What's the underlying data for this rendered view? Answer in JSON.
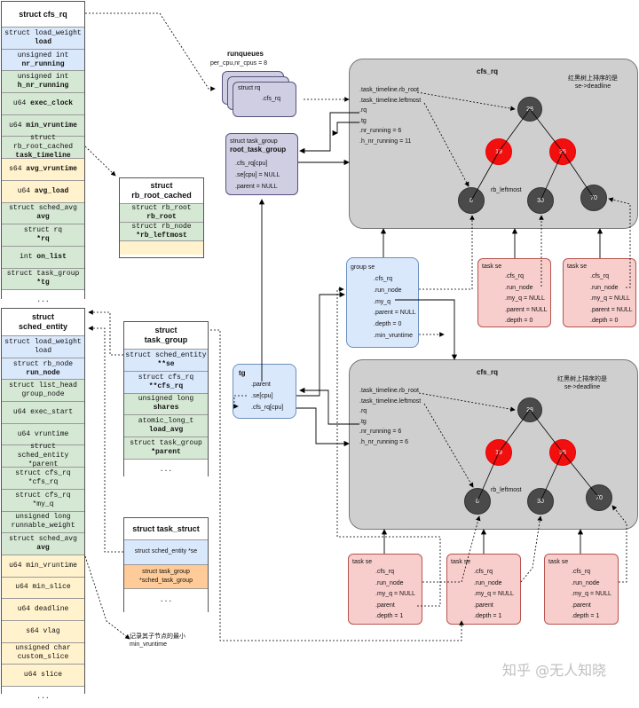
{
  "cfs_rq_struct": {
    "title": "struct cfs_rq",
    "fields": [
      {
        "l1": "struct load_weight",
        "l2": "load",
        "color": "blue"
      },
      {
        "l1": "unsigned int",
        "l2": "nr_running",
        "color": "blue"
      },
      {
        "l1": "unsigned int",
        "l2": "h_nr_running",
        "color": "green"
      },
      {
        "l1": "u64 ",
        "l2": "exec_clock",
        "color": "green",
        "inline": true
      },
      {
        "l1": "u64 ",
        "l2": "min_vruntime",
        "color": "green",
        "inline": true
      },
      {
        "l1": "struct rb_root_cached",
        "l2": "task_timeline",
        "color": "green"
      },
      {
        "l1": "s64 ",
        "l2": "avg_vruntime",
        "color": "yellow",
        "inline": true
      },
      {
        "l1": "u64 ",
        "l2": "avg_load",
        "color": "yellow",
        "inline": true
      },
      {
        "l1": "struct sched_avg",
        "l2": "avg",
        "color": "green"
      },
      {
        "l1": "struct rq",
        "l2": "*rq",
        "color": "green"
      },
      {
        "l1": "int ",
        "l2": "on_list",
        "color": "green",
        "inline": true
      },
      {
        "l1": "struct task_group",
        "l2": "*tg",
        "color": "green"
      },
      {
        "l1": "...",
        "l2": "",
        "color": "white"
      }
    ]
  },
  "rb_root_cached_struct": {
    "title": "struct rb_root_cached",
    "fields": [
      {
        "l1": "struct rb_root",
        "l2": "rb_root",
        "color": "green"
      },
      {
        "l1": "struct rb_node",
        "l2": "*rb_leftmost",
        "color": "green"
      },
      {
        "l1": "",
        "l2": "",
        "color": "yellow"
      }
    ]
  },
  "sched_entity_struct": {
    "title": "struct\nsched_entity",
    "fields": [
      {
        "l1": "struct load_weight",
        "l2": "load",
        "color": "blue",
        "plain2": true
      },
      {
        "l1": "struct rb_node",
        "l2": "run_node",
        "color": "blue"
      },
      {
        "l1": "struct list_head",
        "l2": "group_node",
        "color": "green",
        "plain2": true
      },
      {
        "l1": "u64 exec_start",
        "l2": "",
        "color": "green"
      },
      {
        "l1": "u64 vruntime",
        "l2": "",
        "color": "green"
      },
      {
        "l1": "struct sched_entity",
        "l2": "*parent",
        "color": "green",
        "plain2": true
      },
      {
        "l1": "struct cfs_rq",
        "l2": "*cfs_rq",
        "color": "green",
        "plain2": true
      },
      {
        "l1": "struct cfs_rq",
        "l2": "*my_q",
        "color": "green",
        "plain2": true
      },
      {
        "l1": "unsigned long",
        "l2": "runnable_weight",
        "color": "green",
        "plain2": true
      },
      {
        "l1": "struct sched_avg",
        "l2": "avg",
        "color": "green"
      },
      {
        "l1": "u64 min_vruntime",
        "l2": "",
        "color": "yellow"
      },
      {
        "l1": "u64 min_slice",
        "l2": "",
        "color": "yellow"
      },
      {
        "l1": "u64 deadline",
        "l2": "",
        "color": "yellow"
      },
      {
        "l1": "s64 vlag",
        "l2": "",
        "color": "yellow"
      },
      {
        "l1": "unsigned char",
        "l2": "custom_slice",
        "color": "yellow",
        "plain2": true
      },
      {
        "l1": "u64 slice",
        "l2": "",
        "color": "yellow"
      },
      {
        "l1": "...",
        "l2": "",
        "color": "white"
      }
    ]
  },
  "task_group_struct": {
    "title": "struct\ntask_group",
    "fields": [
      {
        "l1": "struct sched_entity",
        "l2": "**se",
        "color": "blue"
      },
      {
        "l1": "struct cfs_rq",
        "l2": "**cfs_rq",
        "color": "blue"
      },
      {
        "l1": "unsigned long ",
        "l2": "shares",
        "color": "green",
        "inline": true
      },
      {
        "l1": "atomic_long_t",
        "l2": "load_avg",
        "color": "green"
      },
      {
        "l1": "struct task_group",
        "l2": "*parent",
        "color": "green"
      },
      {
        "l1": "...",
        "l2": "",
        "color": "white"
      }
    ]
  },
  "task_struct_struct": {
    "title": "struct task_struct",
    "fields": [
      {
        "l1": "struct sched_entity *se",
        "l2": "",
        "color": "blue",
        "sans": true
      },
      {
        "l1": "struct task_group",
        "l2": "*sched_task_group",
        "color": "orange",
        "sans": true,
        "plain2": true
      },
      {
        "l1": "...",
        "l2": "",
        "color": "white"
      }
    ]
  },
  "min_vruntime_note": "记录其子节点的最小\nmin_vruntime",
  "runqueues": {
    "title": "runqueues",
    "sub": "per_cpu,nr_cpus = 8",
    "box_title": "struct rq",
    "field": ".cfs_rq"
  },
  "root_task_group": {
    "l1": "struct task_group",
    "l2": "root_task_group",
    "fields": [
      ".cfs_rq[cpu]",
      ".se[cpu] = NULL",
      ".parent = NULL"
    ]
  },
  "top_cfs": {
    "title": "cfs_rq",
    "note": "红黑树上排序的是\nse->deadline",
    "fields": [
      ".task_timeline.rb_root",
      ".task_timeline.leftmost",
      ".rq",
      ".tg",
      ".nr_running = 6",
      ".h_nr_running = 11"
    ],
    "leftmost": "rb_leftmost",
    "nodes": [
      "28",
      "19",
      "35",
      "8",
      "30",
      "70"
    ]
  },
  "bottom_cfs": {
    "title": "cfs_rq",
    "note": "红黑树上排序的是\nse->deadline",
    "fields": [
      ".task_timeline.rb_root",
      ".task_timeline.leftmost",
      ".rq",
      ".tg",
      ".nr_running = 6",
      ".h_nr_running = 6"
    ],
    "leftmost": "rb_leftmost",
    "nodes": [
      "28",
      "19",
      "35",
      "8",
      "30",
      "70"
    ]
  },
  "group_se": {
    "title": "group se",
    "fields": [
      ".cfs_rq",
      ".run_node",
      ".my_q",
      ".parent = NULL",
      ".depth = 0",
      ".min_vruntime"
    ]
  },
  "tg_box": {
    "title": "tg",
    "fields": [
      ".parent",
      ".se[cpu]",
      ".cfs_rq[cpu]"
    ]
  },
  "task_se_top": {
    "title": "task se",
    "fields": [
      ".cfs_rq",
      ".run_node",
      ".my_q = NULL",
      ".parent = NULL",
      ".depth = 0"
    ]
  },
  "task_se_bottom": {
    "title": "task se",
    "fields": [
      ".cfs_rq",
      ".run_node",
      ".my_q = NULL",
      ".parent",
      ".depth = 1"
    ]
  },
  "watermark": "知乎 @无人知晓"
}
